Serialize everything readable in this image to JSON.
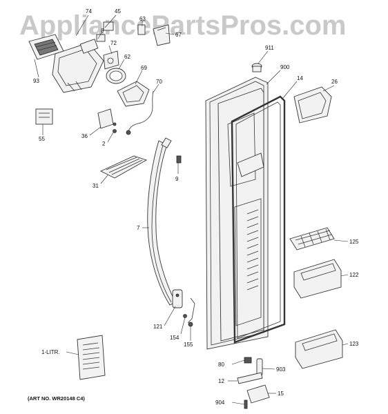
{
  "watermark": "AppliancePartsPros.com",
  "art_number": "(ART NO. WR20148 C4)",
  "callouts": {
    "p74": "74",
    "p45": "45",
    "p63": "63",
    "p67": "67",
    "p72": "72",
    "p8": "8",
    "p62": "62",
    "p69": "69",
    "p70": "70",
    "p93": "93",
    "p55": "55",
    "p36": "36",
    "p2": "2",
    "p31": "31",
    "p9": "9",
    "p7": "7",
    "p121": "121",
    "p154": "154",
    "p155": "155",
    "p1litr": "1-LITR.",
    "p911": "911",
    "p900": "900",
    "p14": "14",
    "p26": "26",
    "p125": "125",
    "p122": "122",
    "p123": "123",
    "p80": "80",
    "p903": "903",
    "p12": "12",
    "p15": "15",
    "p904": "904"
  }
}
